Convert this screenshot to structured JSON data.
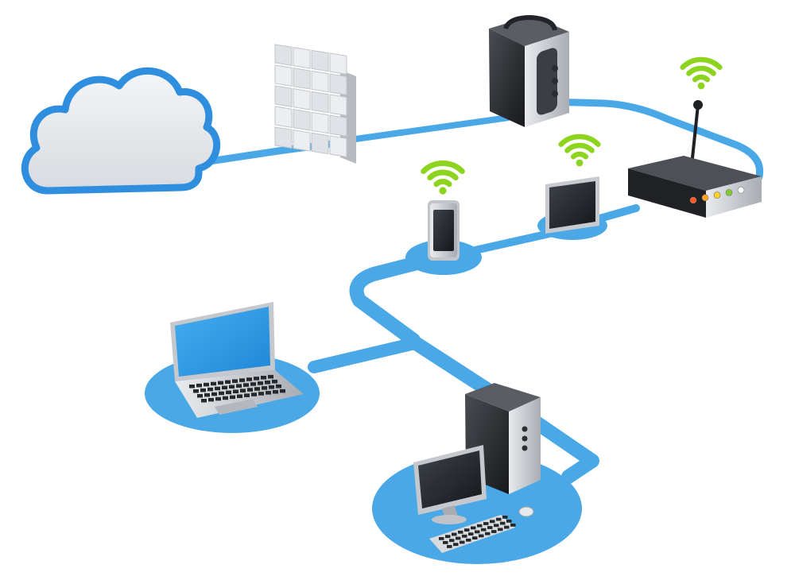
{
  "diagram": {
    "nodes": [
      {
        "id": "cloud",
        "icon": "cloud-icon"
      },
      {
        "id": "firewall",
        "icon": "firewall-icon"
      },
      {
        "id": "server",
        "icon": "server-icon"
      },
      {
        "id": "router",
        "icon": "router-icon"
      },
      {
        "id": "smartphone",
        "icon": "smartphone-icon"
      },
      {
        "id": "tablet",
        "icon": "tablet-icon"
      },
      {
        "id": "laptop",
        "icon": "laptop-icon"
      },
      {
        "id": "desktop",
        "icon": "desktop-computer-icon"
      }
    ],
    "links": [
      [
        "cloud",
        "firewall"
      ],
      [
        "firewall",
        "server"
      ],
      [
        "server",
        "router"
      ],
      [
        "router",
        "tablet"
      ],
      [
        "tablet",
        "smartphone"
      ],
      [
        "smartphone",
        "laptop"
      ],
      [
        "smartphone",
        "desktop"
      ]
    ],
    "wireless_nodes": [
      "router",
      "smartphone",
      "tablet"
    ],
    "colors": {
      "link": "#4aa8e6",
      "pad": "#4aa8e6",
      "cloud_outline": "#2f8fde",
      "cloud_fill": "#e9ebee",
      "wifi": "#8dd41f",
      "device_dark": "#2a2c30",
      "device_silver": "#c9ccd1",
      "screen_blue": "#2f9ae6",
      "router_leds": [
        "#ff5a2a",
        "#ffa21f",
        "#ffd21f",
        "#7ecb2a",
        "#ffffff"
      ]
    }
  }
}
